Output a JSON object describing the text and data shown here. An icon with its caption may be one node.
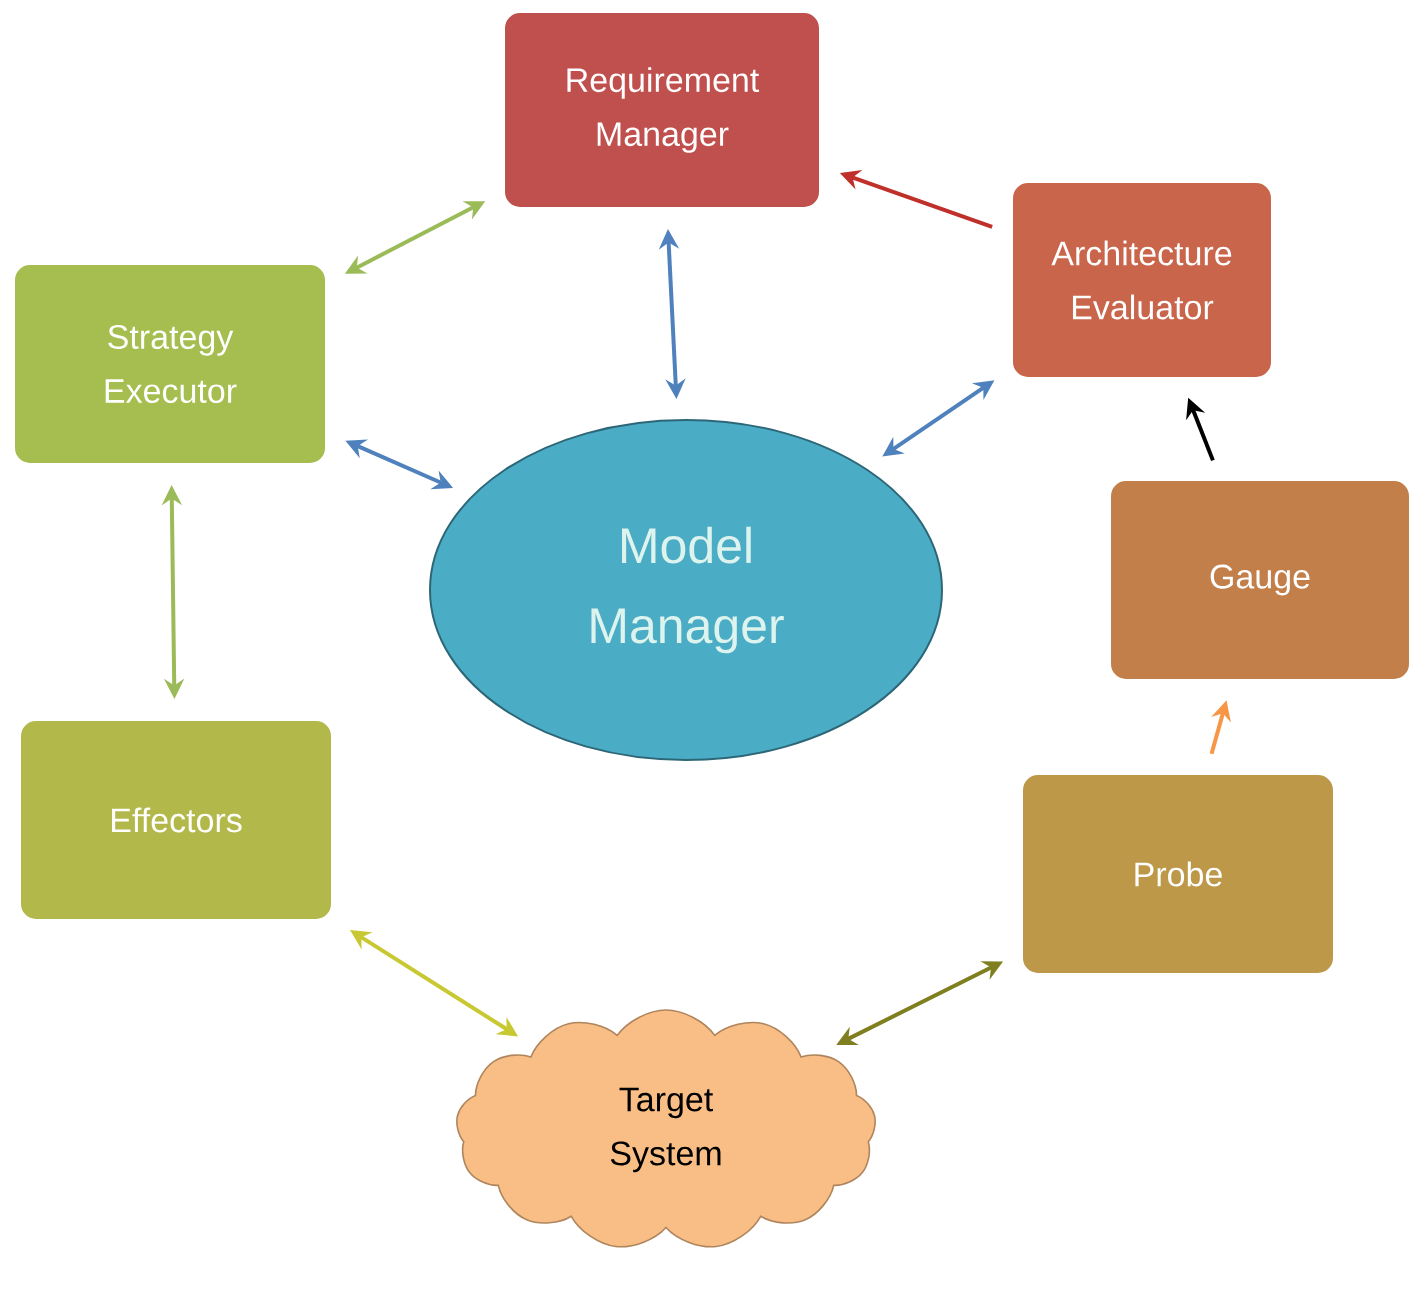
{
  "diagram": {
    "nodes": [
      {
        "text": [
          "Requirement Manager"
        ]
      },
      {
        "text": [
          "Architecture Evaluator"
        ]
      },
      {
        "text": [
          "Strategy Executor"
        ]
      },
      {
        "text": [
          "Model Manager"
        ]
      },
      {
        "text": [
          "Gauge"
        ]
      },
      {
        "text": [
          "Effectors"
        ]
      },
      {
        "text": [
          "Probe"
        ]
      },
      {
        "text": [
          "Target System"
        ]
      }
    ],
    "edges": [
      {
        "from": 2,
        "to": 0,
        "arrow": "both",
        "color": "#9bbb59"
      },
      {
        "from": 1,
        "to": 0,
        "arrow": "to",
        "color": "#c0302a"
      },
      {
        "from": 0,
        "to": 3,
        "arrow": "both"
      },
      {
        "from": 2,
        "to": 3,
        "arrow": "both"
      },
      {
        "from": 1,
        "to": 3,
        "arrow": "both"
      },
      {
        "from": 4,
        "to": 1,
        "arrow": "to",
        "color": "#000000"
      },
      {
        "from": 6,
        "to": 4,
        "arrow": "to",
        "color": "#f79646"
      },
      {
        "from": 2,
        "to": 5,
        "arrow": "both",
        "color": "#9bbb59"
      },
      {
        "from": 5,
        "to": 7,
        "arrow": "both",
        "color": "#c8c832"
      },
      {
        "from": 7,
        "to": 6,
        "arrow": "both",
        "color": "#7f7f20"
      }
    ]
  }
}
